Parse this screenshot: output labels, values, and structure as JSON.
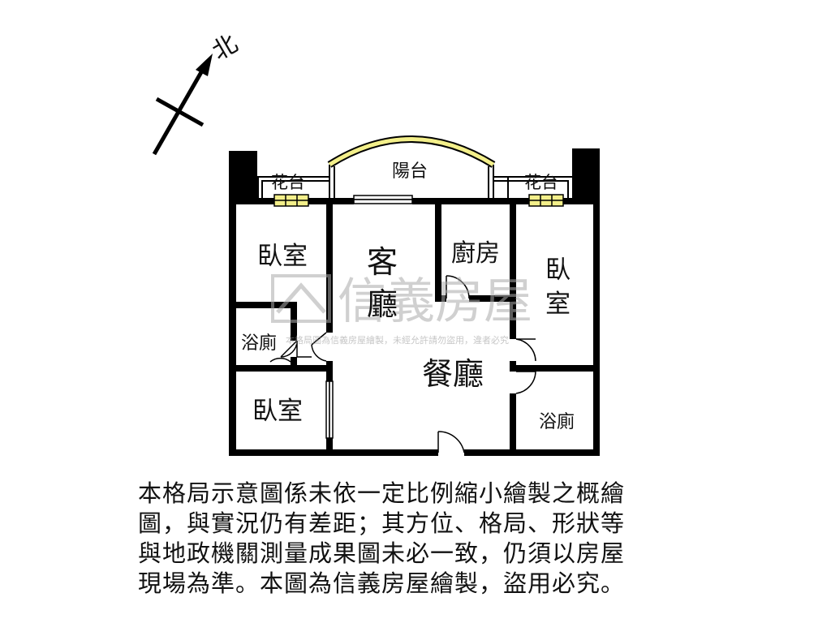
{
  "compass": {
    "label": "北"
  },
  "rooms": {
    "balcony": "陽台",
    "planter_left": "花台",
    "planter_right": "花台",
    "bedroom_top_left": "臥室",
    "living_room_1": "客",
    "living_room_2": "廳",
    "kitchen": "廚房",
    "bedroom_right_1": "臥",
    "bedroom_right_2": "室",
    "bathroom_left": "浴廁",
    "dining_room": "餐廳",
    "bedroom_bottom_left": "臥室",
    "bathroom_right": "浴廁"
  },
  "watermark": {
    "brand": "信義房屋",
    "notice": "本格局圖為信義房屋繪製，未經允許請勿盜用，違者必究"
  },
  "disclaimer": {
    "line1": "本格局示意圖係未依一定比例縮小繪製之概繪",
    "line2": "圖，與實況仍有差距；其方位、格局、形狀等",
    "line3": "與地政機關測量成果圖未必一致，仍須以房屋",
    "line4": "現場為準。本圖為信義房屋繪製，盜用必究。"
  },
  "colors": {
    "wall": "#000000",
    "window": "#f3ef8a",
    "watermark": "#bfbfbf"
  }
}
